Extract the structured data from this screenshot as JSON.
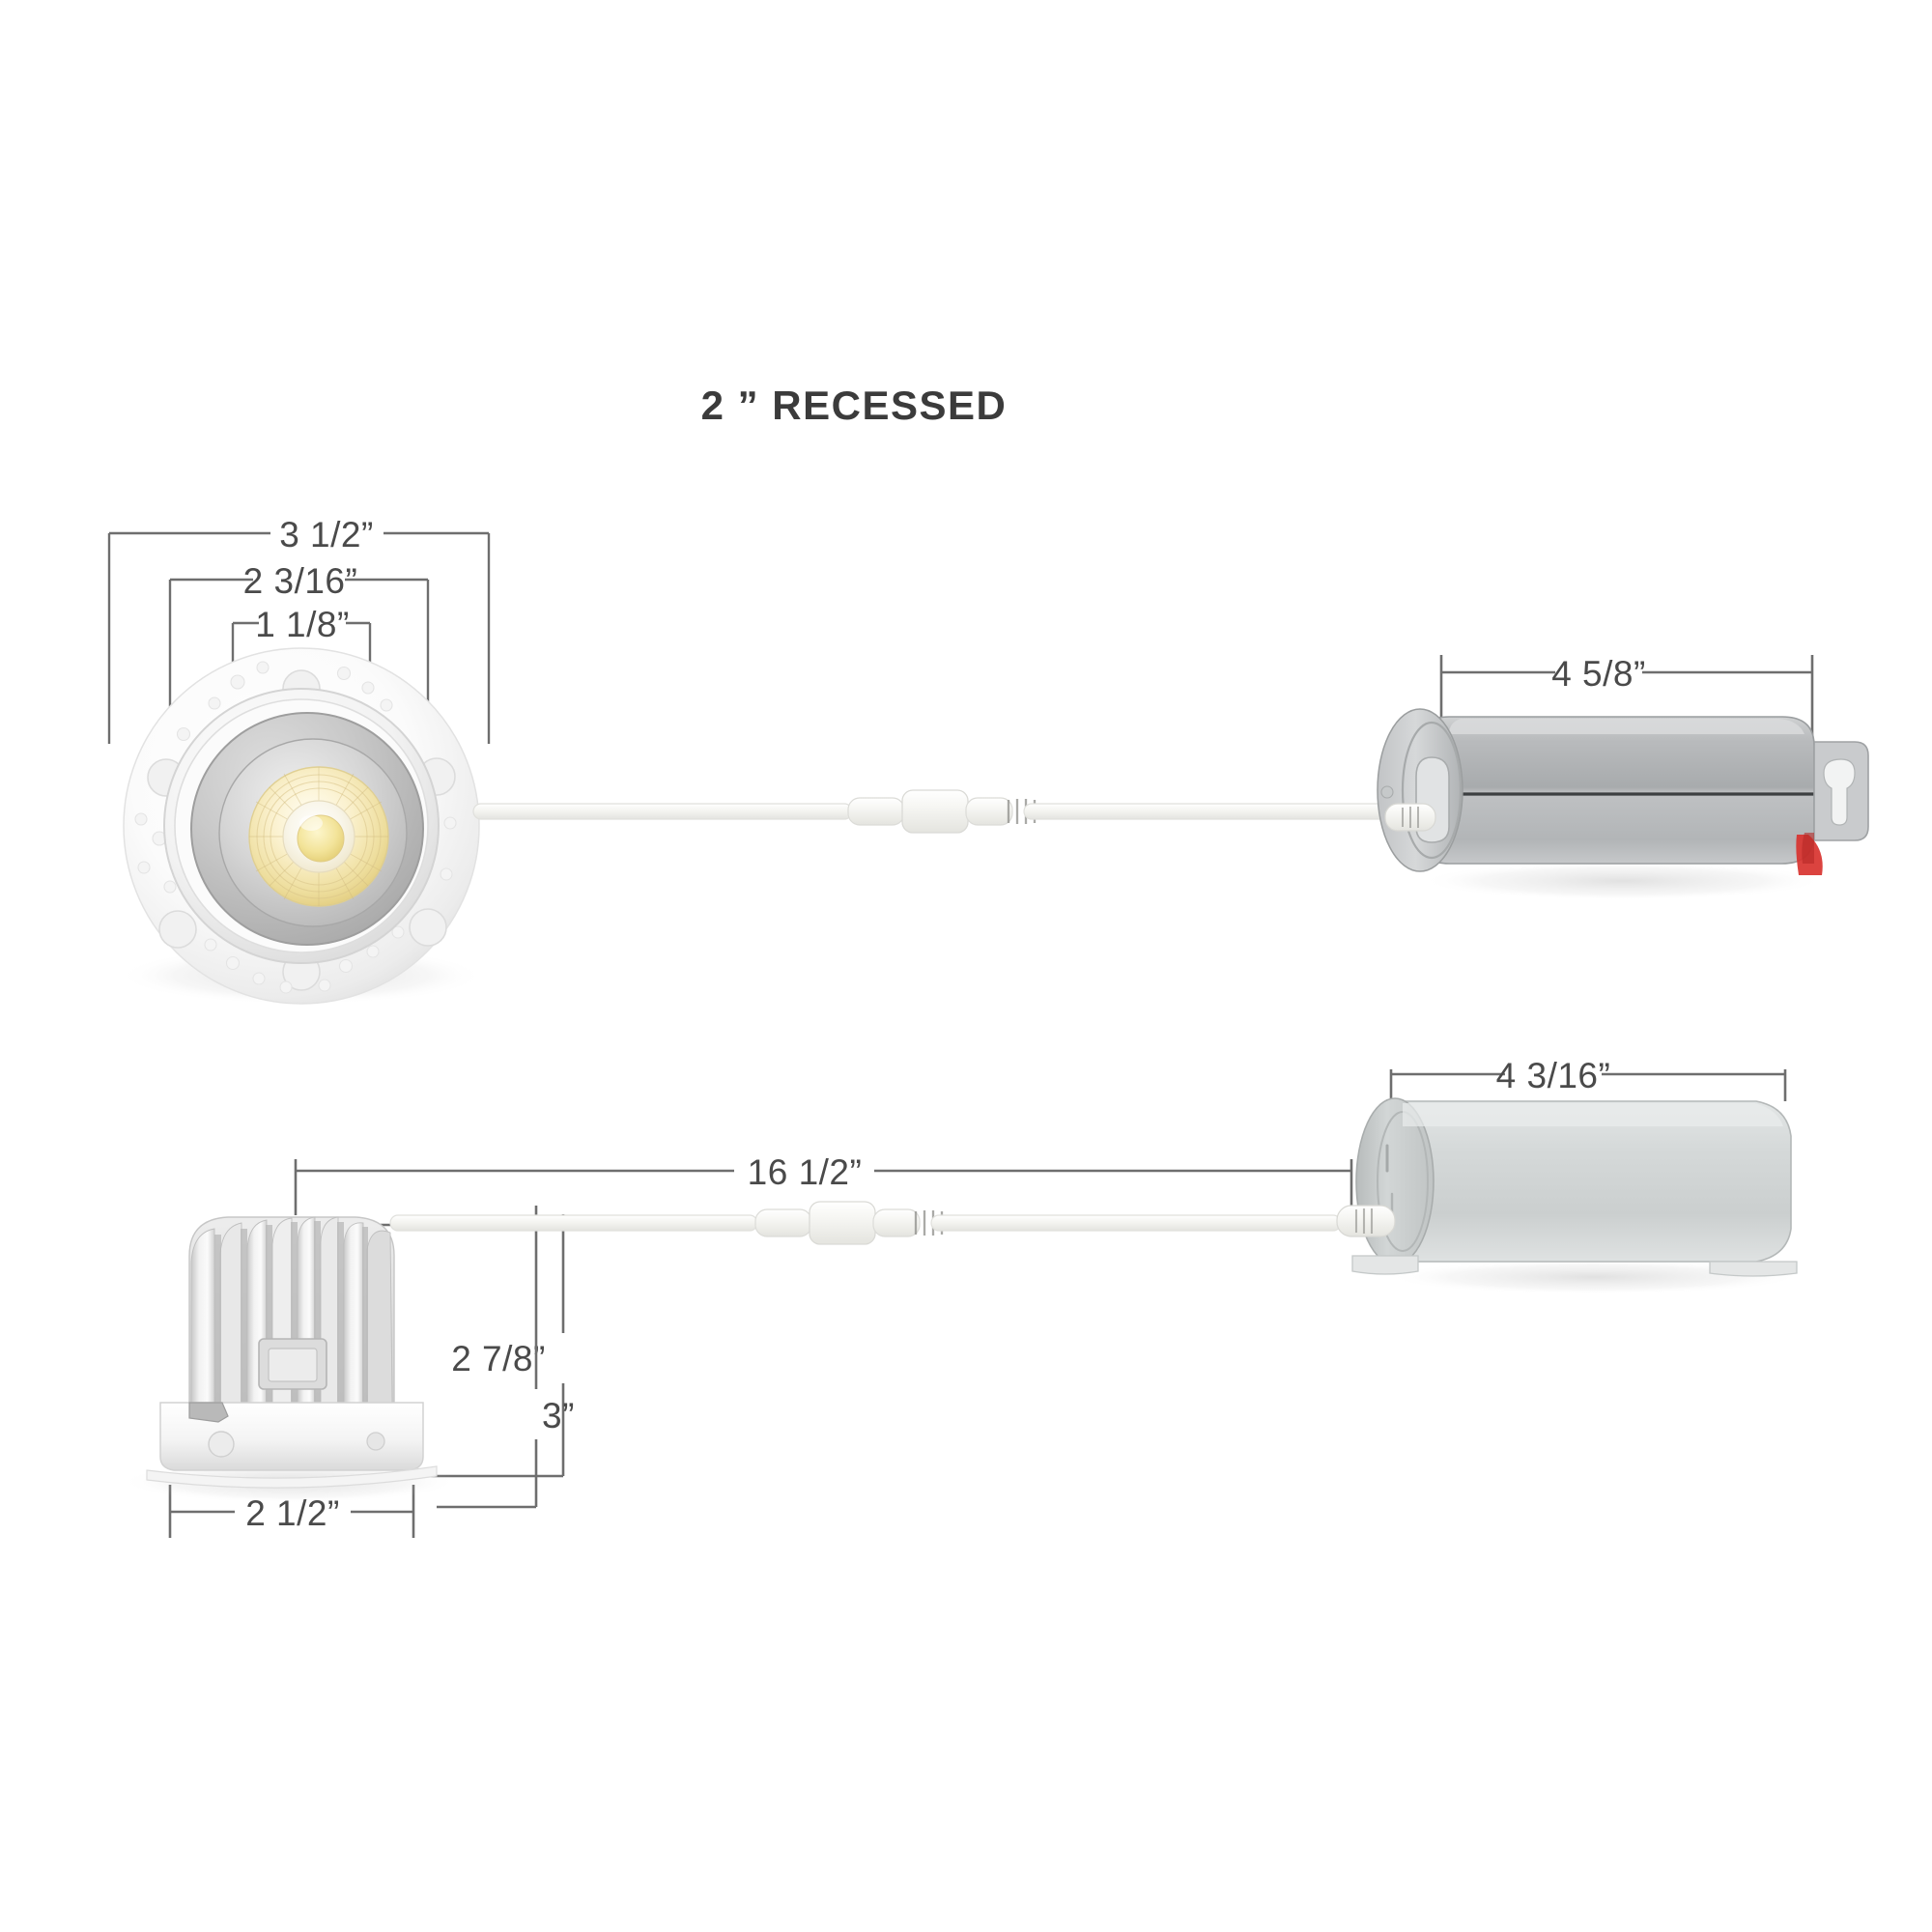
{
  "page": {
    "title": "2 ” RECESSED",
    "background_color": "#ffffff",
    "dimension_line_color": "#6e6e6e",
    "dimension_text_color": "#4a4a4a",
    "accent_red": "#d8332f"
  },
  "dimensions": {
    "flange_diameter": "3 1/2”",
    "aperture_outer": "2 3/16”",
    "led_aperture": "1 1/8”",
    "driver_top_length": "4 5/8”",
    "driver_bottom_length": "4 3/16”",
    "lead_wire_length": "16 1/2”",
    "housing_height": "2 7/8”",
    "overall_height": "3”",
    "housing_diameter": "2 1/2”"
  },
  "views": {
    "front": {
      "label": "recessed-trim-front-view",
      "parts": [
        "mud-ring-flange",
        "reflector-cone",
        "cob-led-module"
      ]
    },
    "side": {
      "label": "recessed-housing-side-view",
      "parts": [
        "heat-sink-fins",
        "junction-collar",
        "trim-flange"
      ]
    },
    "driver_top": {
      "label": "led-driver-side-view"
    },
    "driver_bottom": {
      "label": "led-driver-front-view"
    },
    "cable": {
      "label": "quick-connect-lead-wire"
    }
  }
}
